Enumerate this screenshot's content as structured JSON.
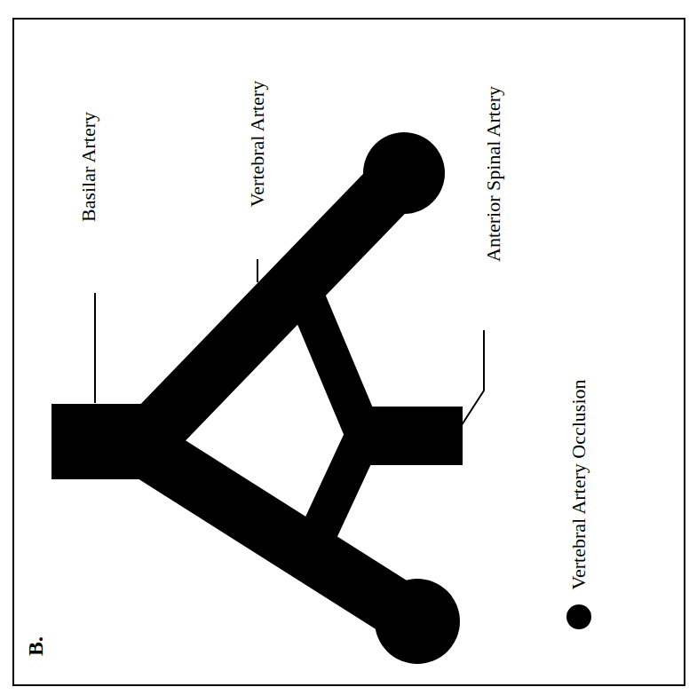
{
  "diagram": {
    "labels": [
      "B.",
      "Basilar Artery",
      "Vertebral Artery",
      "Anterior Spinal Artery"
    ],
    "legend": [
      {
        "text": "Vertebral Artery Occlusion",
        "color": "#000000"
      }
    ]
  }
}
